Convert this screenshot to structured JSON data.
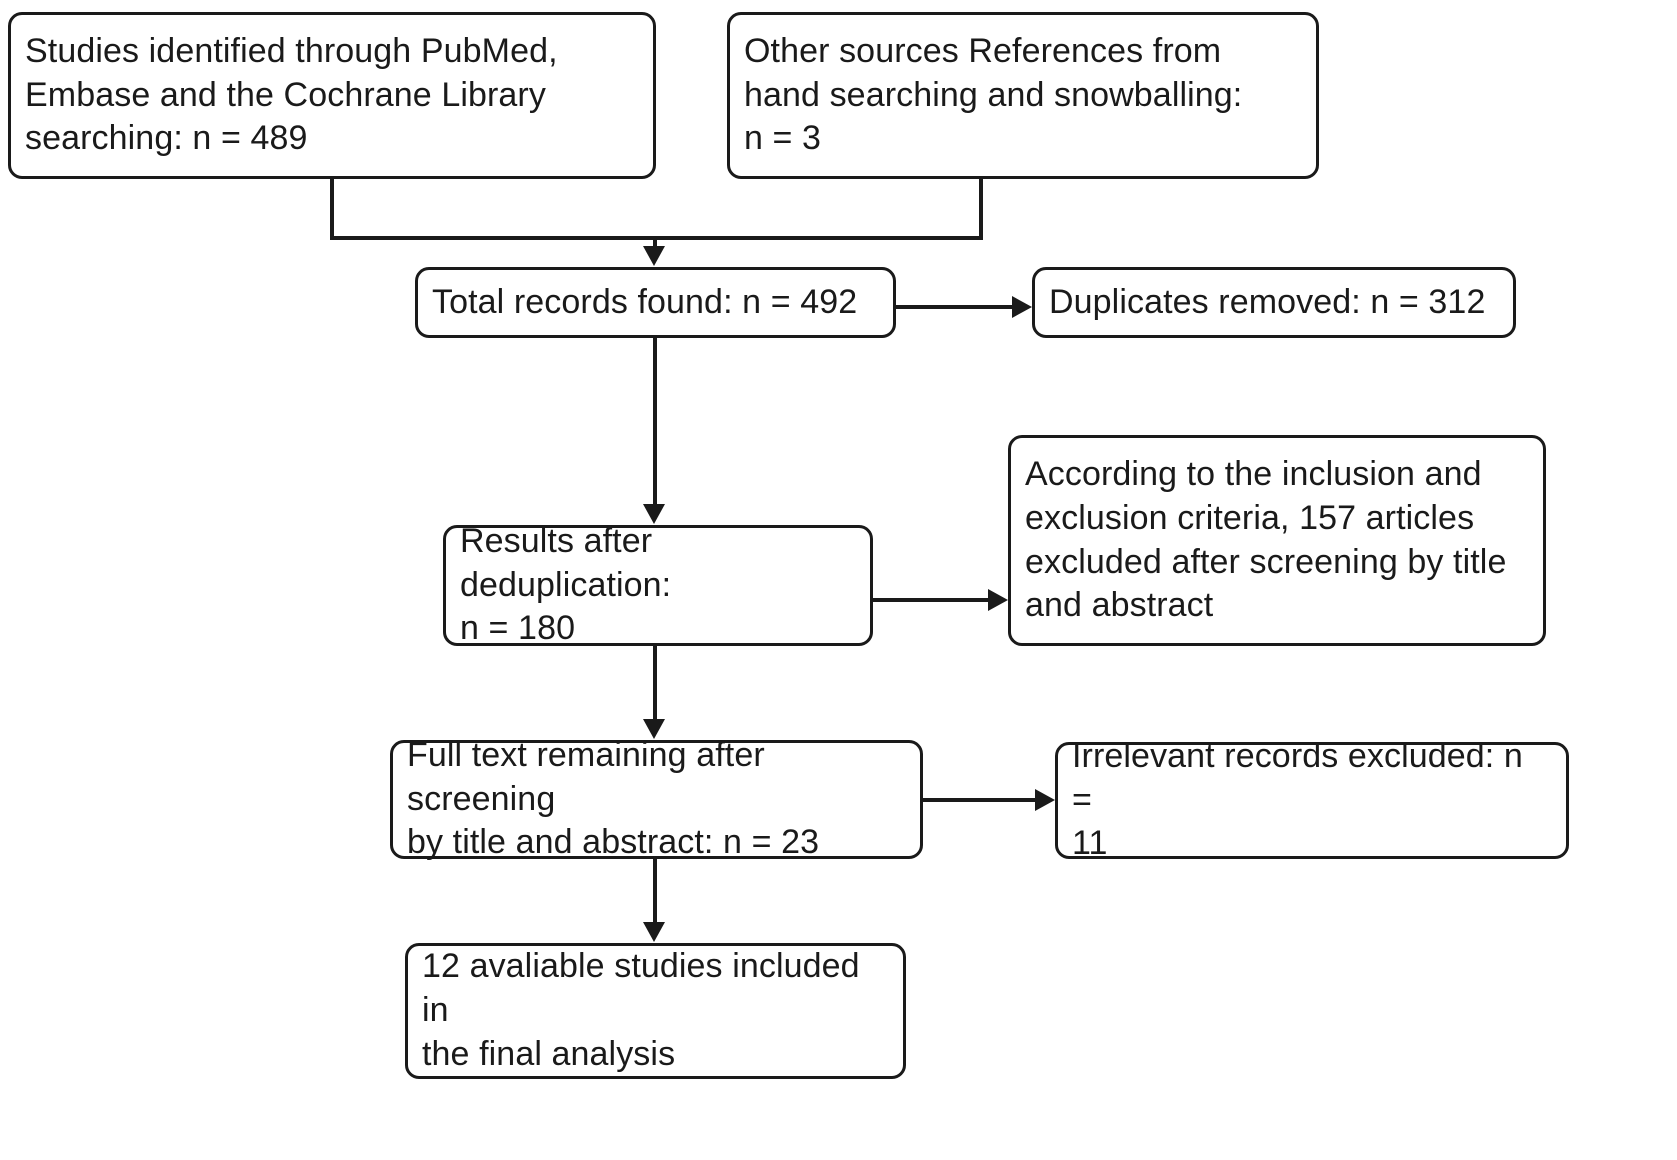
{
  "diagram": {
    "type": "prisma-flow-diagram",
    "title": "Study selection flow diagram",
    "line_color": "#1a1a1a",
    "box_fill": "#ffffff",
    "background": "#ffffff",
    "boxes": [
      {
        "id": "sources-database",
        "text": "Studies identified through PubMed,\nEmbase and the Cochrane Library\nsearching: n = 489",
        "n": 489
      },
      {
        "id": "sources-other",
        "text": "Other sources References from\nhand searching and snowballing:\nn = 3",
        "n": 3
      },
      {
        "id": "total-records",
        "text": "Total records found: n = 492",
        "n": 492
      },
      {
        "id": "duplicates",
        "text": "Duplicates removed: n = 312",
        "n": 312
      },
      {
        "id": "dedup-results",
        "text": "Results after deduplication:\nn = 180",
        "n": 180
      },
      {
        "id": "screen-excluded",
        "text": "According to the inclusion and\nexclusion criteria, 157 articles\nexcluded after screening by title\nand abstract",
        "n": 157
      },
      {
        "id": "fulltext",
        "text": "Full text remaining after screening\nby title and abstract: n = 23",
        "n": 23
      },
      {
        "id": "irrelevant",
        "text": "Irrelevant records excluded: n =\n11",
        "n": 11
      },
      {
        "id": "final",
        "text": "12 avaliable studies included in\nthe final analysis",
        "n": 12
      }
    ],
    "connectors": [
      {
        "id": "merge-top-sources",
        "from": [
          "sources-database",
          "sources-other"
        ],
        "to": "total-records",
        "style": "merge-down-arrow"
      },
      {
        "id": "total-to-dedup",
        "from": "total-records",
        "to": "dedup-results",
        "style": "down-arrow"
      },
      {
        "id": "total-to-duplicates",
        "from": "total-records",
        "to": "duplicates",
        "style": "right-arrow"
      },
      {
        "id": "dedup-to-fulltext",
        "from": "dedup-results",
        "to": "fulltext",
        "style": "down-arrow"
      },
      {
        "id": "dedup-to-screen-excluded",
        "from": "dedup-results",
        "to": "screen-excluded",
        "style": "right-arrow"
      },
      {
        "id": "fulltext-to-final",
        "from": "fulltext",
        "to": "final",
        "style": "down-arrow"
      },
      {
        "id": "fulltext-to-irrelevant",
        "from": "fulltext",
        "to": "irrelevant",
        "style": "right-arrow"
      }
    ]
  }
}
